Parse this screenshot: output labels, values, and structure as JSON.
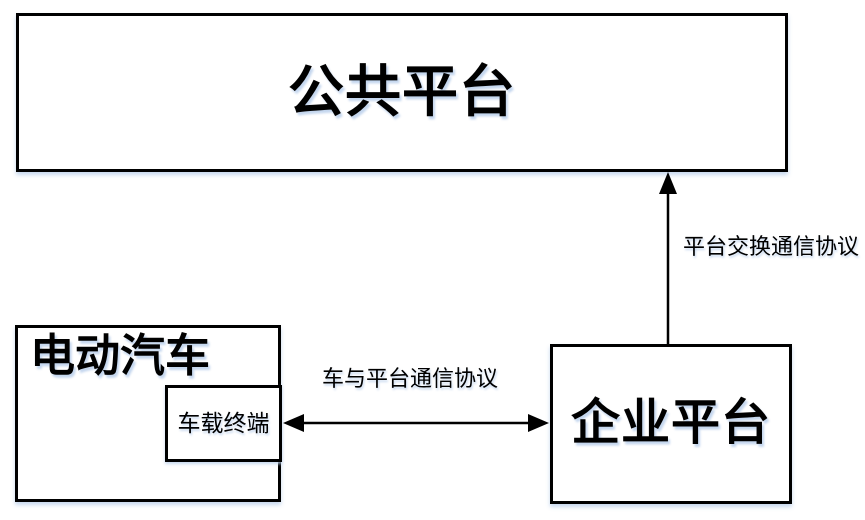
{
  "diagram": {
    "nodes": {
      "public_platform": {
        "label": "公共平台"
      },
      "electric_vehicle": {
        "label": "电动汽车"
      },
      "onboard_terminal": {
        "label": "车载终端"
      },
      "enterprise_platform": {
        "label": "企业平台"
      }
    },
    "edges": {
      "platform_exchange": {
        "label": "平台交换通信协议",
        "from": "enterprise_platform",
        "to": "public_platform",
        "arrow": "single-up"
      },
      "vehicle_platform": {
        "label": "车与平台通信协议",
        "from": "onboard_terminal",
        "to": "enterprise_platform",
        "arrow": "double-headed"
      }
    },
    "colors": {
      "line": "#000000",
      "text": "#000000",
      "background": "#ffffff",
      "shadow_tint": "#dce6f2"
    }
  }
}
